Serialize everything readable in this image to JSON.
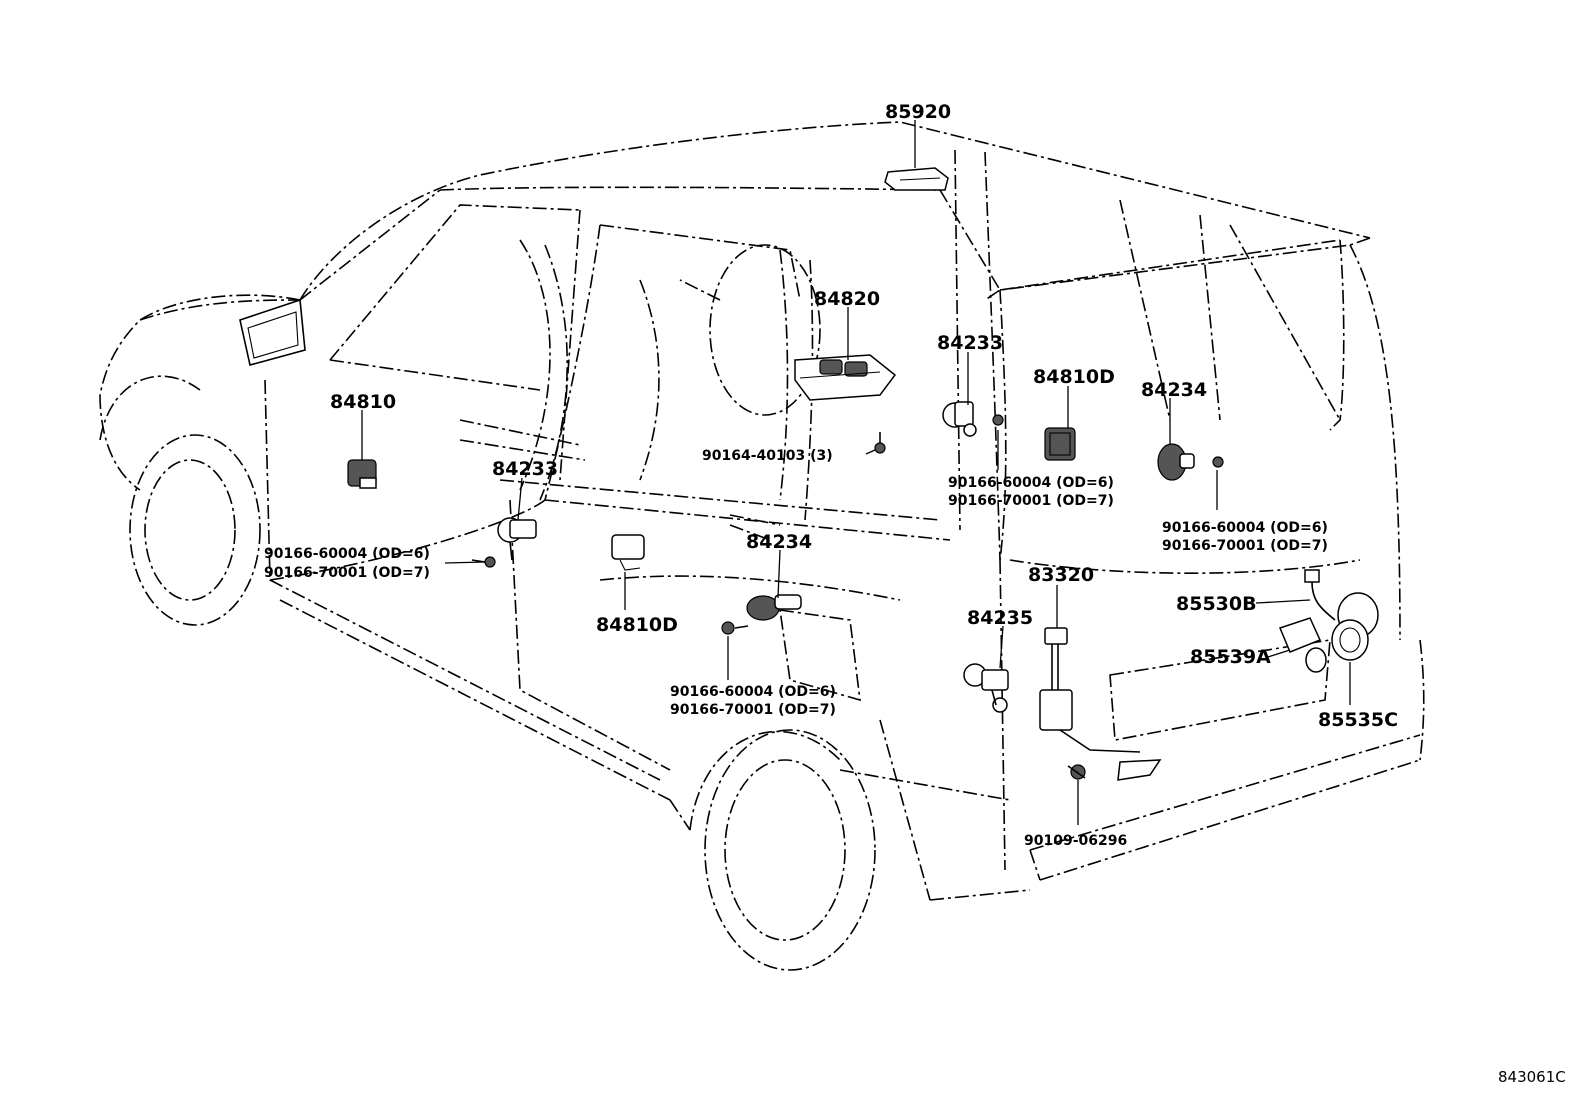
{
  "diagram": {
    "figure_code": "843061C",
    "labels": {
      "l85920": "85920",
      "l84820": "84820",
      "l84233_right": "84233",
      "l84810D_right": "84810D",
      "l84234_right": "84234",
      "l84810": "84810",
      "l84233_left": "84233",
      "l84234_center": "84234",
      "l84810D_center": "84810D",
      "l83320": "83320",
      "l84235": "84235",
      "l85530B": "85530B",
      "l85539A": "85539A",
      "l85535C": "85535C",
      "screw_84820": "90164-40103 (3)",
      "screw_right_a": "90166-60004 (OD=6)",
      "screw_right_b": "90166-70001 (OD=7)",
      "screw_far_right_a": "90166-60004 (OD=6)",
      "screw_far_right_b": "90166-70001 (OD=7)",
      "screw_left_a": "90166-60004 (OD=6)",
      "screw_left_b": "90166-70001 (OD=7)",
      "screw_center_a": "90166-60004 (OD=6)",
      "screw_center_b": "90166-70001 (OD=7)",
      "bolt_rear": "90109-06296"
    }
  }
}
